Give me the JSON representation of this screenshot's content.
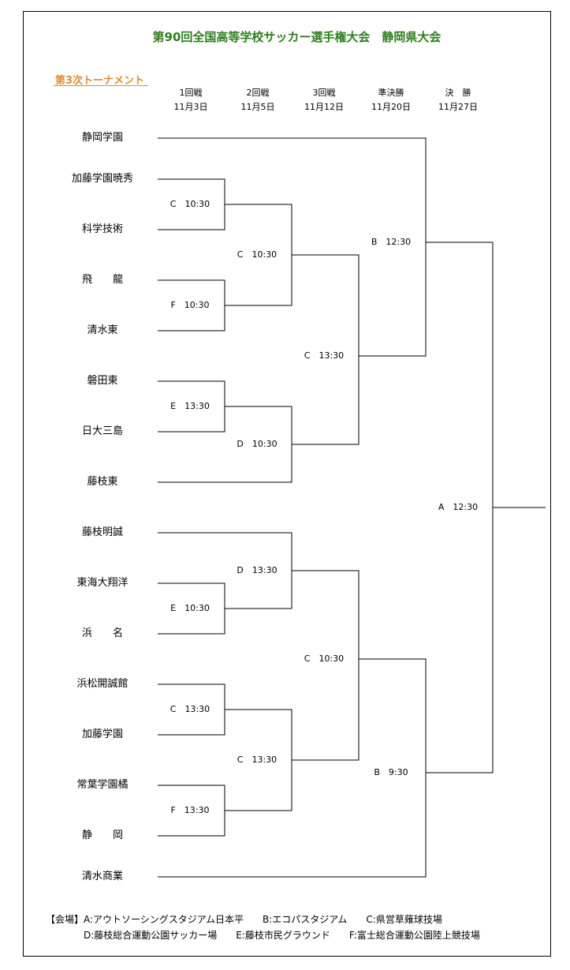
{
  "title": "第90回全国高等学校サッカー選手権大会　静岡県大会",
  "subtitle": "第3次トーナメント",
  "rounds": [
    {
      "name": "1回戦",
      "date": "11月3日"
    },
    {
      "name": "2回戦",
      "date": "11月5日"
    },
    {
      "name": "3回戦",
      "date": "11月12日"
    },
    {
      "name": "準決勝",
      "date": "11月20日"
    },
    {
      "name": "決　勝",
      "date": "11月27日"
    }
  ],
  "teams": [
    "静岡学園",
    "加藤学園暁秀",
    "科学技術",
    "飛　　龍",
    "清水東",
    "磐田東",
    "日大三島",
    "藤枝東",
    "藤枝明誠",
    "東海大翔洋",
    "浜　　名",
    "浜松開誠館",
    "加藤学園",
    "常葉学園橘",
    "静　　岡",
    "清水商業"
  ],
  "matches": {
    "r1": [
      "C　10:30",
      "F　10:30",
      "E　13:30",
      "E　10:30",
      "C　13:30",
      "F　13:30"
    ],
    "r2": [
      "C　10:30",
      "D　10:30",
      "D　13:30",
      "C　13:30"
    ],
    "r3": [
      "C　13:30",
      "C　10:30"
    ],
    "semi": [
      "B　12:30",
      "B　9:30"
    ],
    "final": "A　12:30"
  },
  "venues": {
    "line1": "【会場】A:アウトソーシングスタジアム日本平　　B:エコパスタジアム　　C:県営草薙球技場",
    "line2": "D:藤枝総合運動公園サッカー場　　E:藤枝市民グラウンド　　F:富士総合運動公園陸上競技場"
  }
}
